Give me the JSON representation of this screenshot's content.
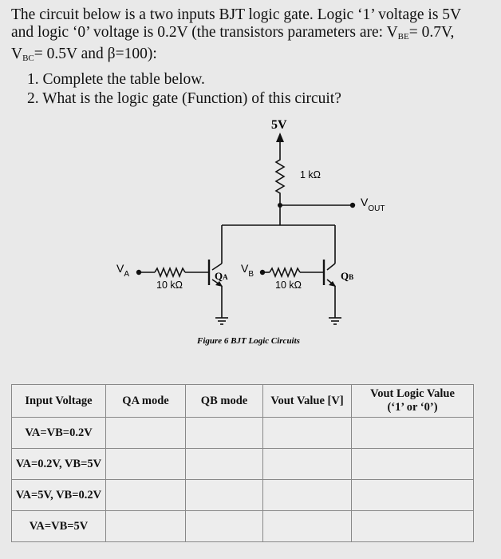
{
  "intro": {
    "line1": "The circuit below is a two inputs BJT logic gate. Logic ‘1’ voltage is 5V",
    "line2": "and logic ‘0’ voltage is 0.2V (the transistors parameters are: V",
    "vbe_sub": "BE",
    "vbe_val": "= 0.7V,",
    "vbc_v": "V",
    "vbc_sub": "BC",
    "vbc_rest": "= 0.5V and β=100):"
  },
  "tasks": [
    "1. Complete the table below.",
    "2. What is the logic gate (Function) of this circuit?"
  ],
  "circuit": {
    "supply_label": "5V",
    "rc_label": "1 kΩ",
    "vout_label": "V",
    "vout_sub": "OUT",
    "va_label": "V",
    "va_sub": "A",
    "vb_label": "V",
    "vb_sub": "B",
    "ra_label": "10 kΩ",
    "rb_label": "10 kΩ",
    "qa_label": "Q",
    "qa_sub": "A",
    "qb_label": "Q",
    "qb_sub": "B",
    "caption": "Figure 6 BJT Logic Circuits"
  },
  "table": {
    "headers": {
      "input": "Input Voltage",
      "qa_mode": "QA mode",
      "qb_mode": "QB mode",
      "vout_value": "Vout Value [V]",
      "vout_logic_1": "Vout Logic Value",
      "vout_logic_2": "(‘1’ or ‘0’)"
    },
    "rows": [
      {
        "input": "VA=VB=0.2V",
        "qa_mode": "",
        "qb_mode": "",
        "vout_value": "",
        "vout_logic": ""
      },
      {
        "input": "VA=0.2V, VB=5V",
        "qa_mode": "",
        "qb_mode": "",
        "vout_value": "",
        "vout_logic": ""
      },
      {
        "input": "VA=5V, VB=0.2V",
        "qa_mode": "",
        "qb_mode": "",
        "vout_value": "",
        "vout_logic": ""
      },
      {
        "input": "VA=VB=5V",
        "qa_mode": "",
        "qb_mode": "",
        "vout_value": "",
        "vout_logic": ""
      }
    ]
  }
}
